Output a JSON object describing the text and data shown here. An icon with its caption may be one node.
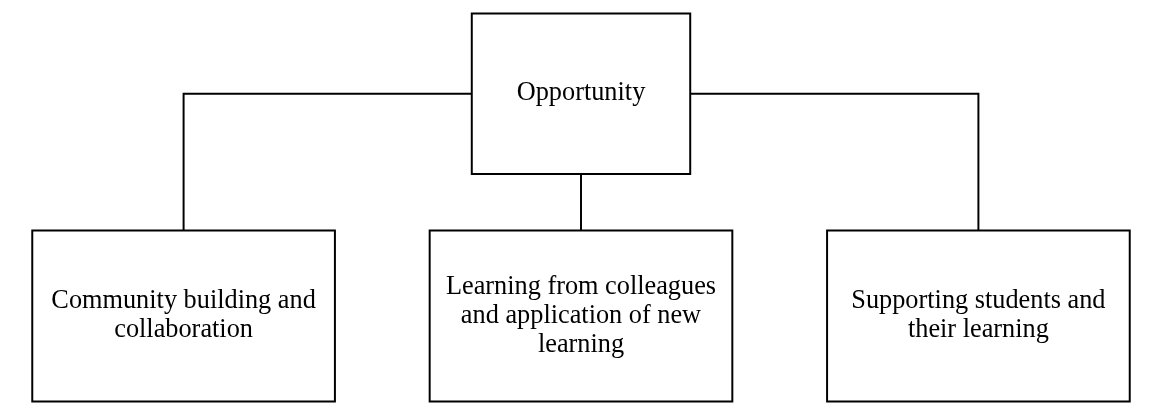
{
  "diagram": {
    "nodes": [
      {
        "text": [
          "Opportunity"
        ]
      },
      {
        "text": [
          "Community building and collaboration"
        ]
      },
      {
        "text": [
          "Learning from colleagues and application of new learning"
        ]
      },
      {
        "text": [
          "Supporting students and their learning"
        ]
      }
    ],
    "edges": [
      {
        "from": 0,
        "to": 1,
        "arrow": "none"
      },
      {
        "from": 0,
        "to": 2,
        "arrow": "none"
      },
      {
        "from": 0,
        "to": 3,
        "arrow": "none"
      }
    ]
  }
}
